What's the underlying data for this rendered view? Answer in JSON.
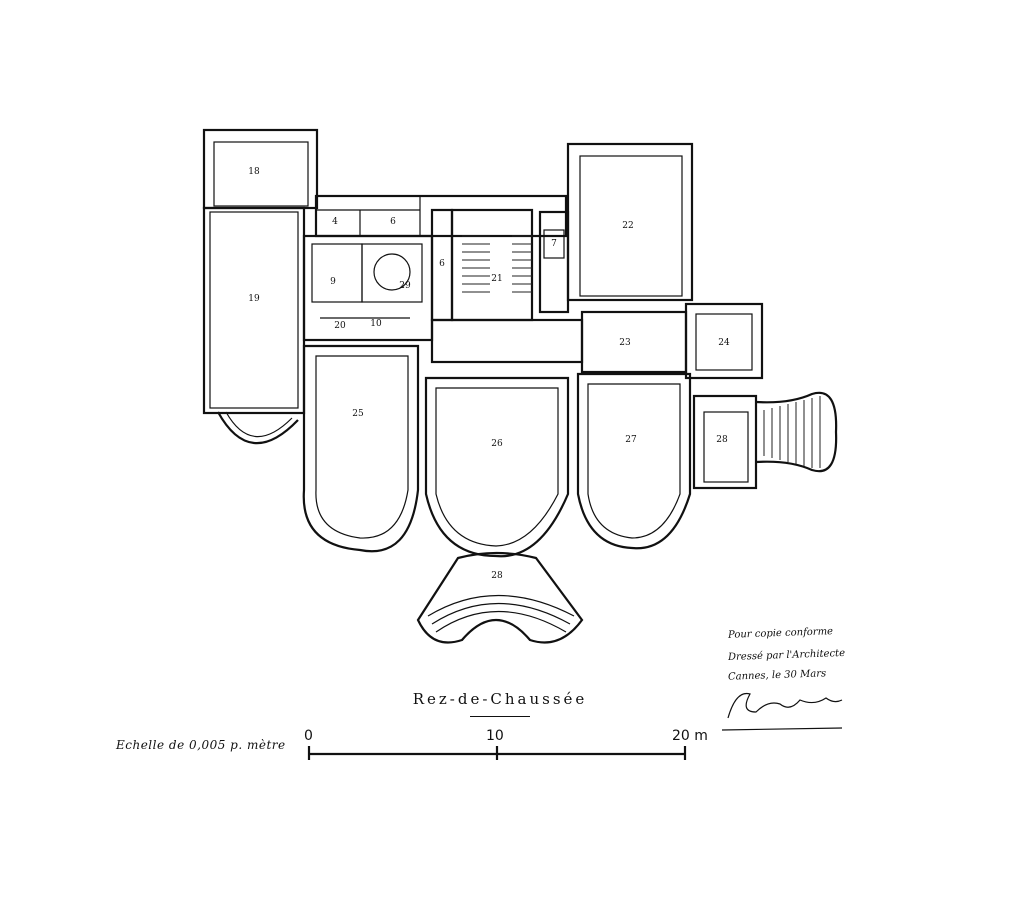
{
  "plan_title": "Rez-de-Chaussée",
  "scale": {
    "caption": "Echelle de 0,005 p. mètre",
    "ticks": [
      "0",
      "10",
      "20 m"
    ]
  },
  "rooms": [
    "18",
    "19",
    "4",
    "6",
    "6",
    "7",
    "9",
    "29",
    "10",
    "20",
    "21",
    "22",
    "23",
    "24",
    "25",
    "26",
    "27",
    "28",
    "28"
  ],
  "certification": {
    "lines": [
      "Pour copie conforme",
      "Dressé par l'Architecte",
      "Cannes, le 30 Mars"
    ],
    "signature": "signature"
  }
}
